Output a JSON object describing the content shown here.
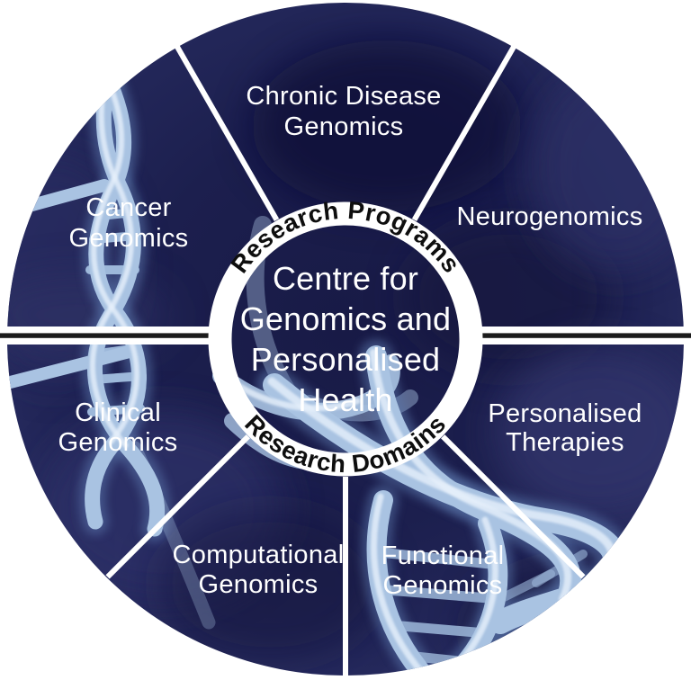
{
  "center": {
    "line1": "Centre for",
    "line2": "Genomics and",
    "line3": "Personalised",
    "line4": "Health"
  },
  "top_half": {
    "ring_label": "Research Programs",
    "sectors": [
      {
        "line1": "Cancer",
        "line2": "Genomics"
      },
      {
        "line1": "Chronic Disease",
        "line2": "Genomics"
      },
      {
        "line1": "Neurogenomics"
      }
    ]
  },
  "bottom_half": {
    "ring_label": "Research Domains",
    "sectors": [
      {
        "line1": "Clinical",
        "line2": "Genomics"
      },
      {
        "line1": "Computational",
        "line2": "Genomics"
      },
      {
        "line1": "Functional",
        "line2": "Genomics"
      },
      {
        "line1": "Personalised",
        "line2": "Therapies"
      }
    ]
  },
  "palette": {
    "page_background": "#ffffff",
    "disc_navy": "#1c1f4e",
    "navy_light_patch": "#32366a",
    "navy_dark_patch": "#101230",
    "dna_highlight": "#e6f0fb",
    "dna_light": "#a9c3e2",
    "dna_mid": "#6f8fc0",
    "dna_shadow": "#5b78ad",
    "divider_white": "#ffffff",
    "half_divider_black": "#1b1b1b",
    "ring_text": "#0e0e0e",
    "label_text": "#ffffff"
  }
}
